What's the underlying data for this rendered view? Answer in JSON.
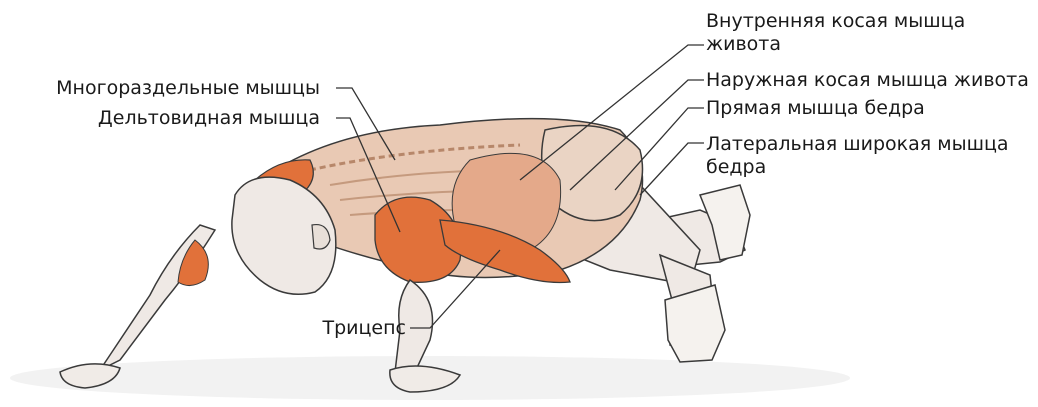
{
  "labels": {
    "multifidus": "Многораздельные мышцы",
    "deltoid": "Дельтовидная мышца",
    "triceps": "Трицепс",
    "internal_oblique_line1": "Внутренняя косая мышца",
    "internal_oblique_line2": "живота",
    "external_oblique": "Наружная косая мышца живота",
    "rectus_femoris": "Прямая мышца бедра",
    "vastus_lateralis_line1": "Латеральная широкая мышца",
    "vastus_lateralis_line2": "бедра"
  },
  "colors": {
    "highlight_muscle": "#e1713a",
    "muscle_tone": "#e9bea4",
    "skin": "#efe9e5",
    "outline": "#3a3a3a",
    "leader_line": "#333333"
  }
}
